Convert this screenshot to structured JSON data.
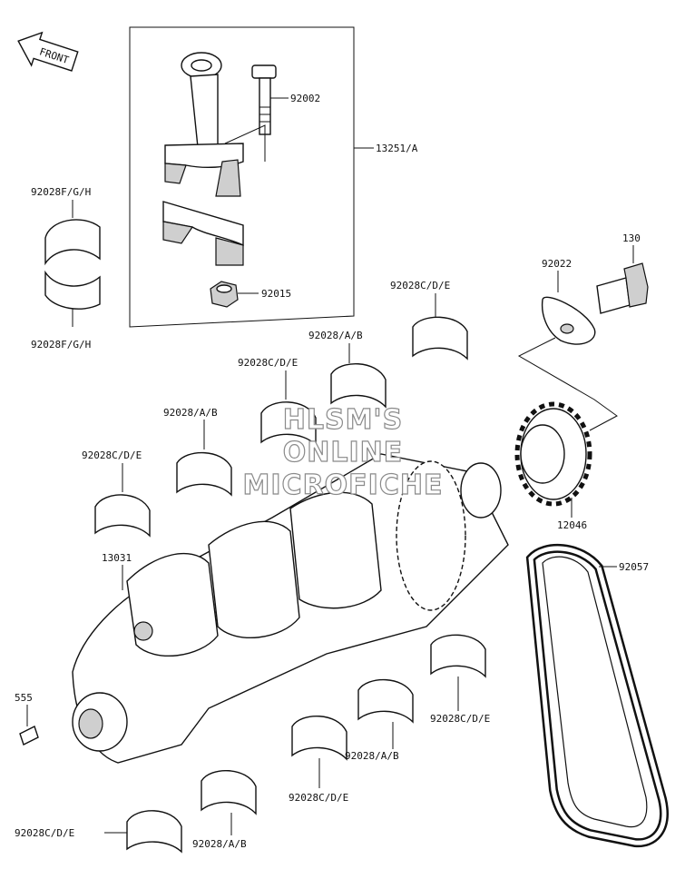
{
  "diagram": {
    "front_label": "FRONT",
    "watermark": [
      "HLSM'S",
      "ONLINE",
      "MICROFICHE"
    ],
    "callouts": {
      "p13251A": "13251/A",
      "p92002": "92002",
      "p92015": "92015",
      "p92028FGH_top": "92028F/G/H",
      "p92028FGH_bot": "92028F/G/H",
      "p130": "130",
      "p92022": "92022",
      "p92028CDE_1": "92028C/D/E",
      "p92028AB_1": "92028/A/B",
      "p92028CDE_2": "92028C/D/E",
      "p92028AB_2": "92028/A/B",
      "p92028CDE_3": "92028C/D/E",
      "p12046": "12046",
      "p92057": "92057",
      "p13031": "13031",
      "p555": "555",
      "p92028CDE_4": "92028C/D/E",
      "p92028AB_3": "92028/A/B",
      "p92028CDE_5": "92028C/D/E",
      "p92028AB_4": "92028/A/B",
      "p92028CDE_6": "92028C/D/E"
    }
  }
}
